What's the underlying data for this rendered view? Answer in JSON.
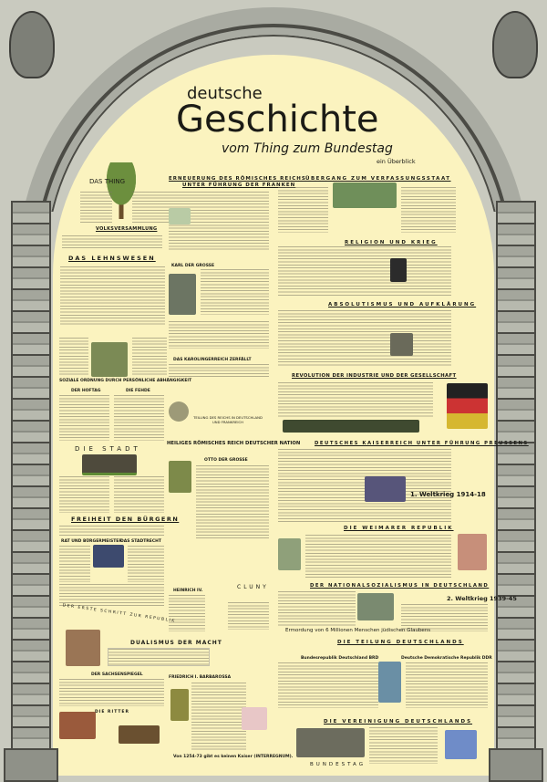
{
  "title": {
    "pre": "deutsche",
    "main": "Geschichte",
    "subtitle": "vom Thing zum Bundestag",
    "note": "ein Überblick"
  },
  "colors": {
    "background": "#c9cabf",
    "parchment": "#fbf3bf",
    "stone": "#a9aba2",
    "ink": "#1b1b16"
  },
  "sections": {
    "das_thing": "DAS THING",
    "volksversammlung": "VOLKSVERSAMMLUNG",
    "lehnswesen": "DAS LEHNSWESEN",
    "soziale_ordnung": "SOZIALE ORDNUNG DURCH PERSÖNLICHE ABHÄNGIGKEIT",
    "hoftag": "DER HOFTAG",
    "fehde": "DIE FEHDE",
    "stadt": "DIE STADT",
    "freiheit": "FREIHEIT DEN BÜRGERN",
    "rat": "RAT UND BÜRGERMEISTER",
    "stadtrecht": "DAS STADTRECHT",
    "erster_schritt": "DER ERSTE SCHRITT ZUR REPUBLIK",
    "dualismus": "DUALISMUS DER MACHT",
    "sachsenspiegel": "DER SACHSENSPIEGEL",
    "ritter": "DIE RITTER",
    "erneuerung_1": "ERNEUERUNG DES RÖMISCHES REICHS",
    "erneuerung_2": "UNTER FÜHRUNG DER FRANKEN",
    "karl": "KARL DER GROSSE",
    "karolingerreich": "DAS KAROLINGERREICH ZERFÄLLT",
    "teilung_reich": "TEILUNG DES REICHS IN DEUTSCHLAND UND FRANKREICH",
    "heiliges_reich": "HEILIGES RÖMISCHES REICH DEUTSCHER NATION",
    "otto": "OTTO DER GROSSE",
    "heinrich": "HEINRICH IV.",
    "cluny": "CLUNY",
    "barbarossa": "FRIEDRICH I. BARBAROSSA",
    "interregnum": "Von 1254-73 gibt es keinen Kaiser (INTERREGNUM).",
    "verfassungsstaat": "ÜBERGANG ZUM VERFASSUNGSSTAAT",
    "religion": "RELIGION UND KRIEG",
    "absolutismus": "ABSOLUTISMUS UND AUFKLÄRUNG",
    "revolution": "REVOLUTION DER INDUSTRIE UND DER GESELLSCHAFT",
    "kaiserreich": "DEUTSCHES KAISERREICH UNTER FÜHRUNG PREUSSENS",
    "weltkrieg1": "1. Weltkrieg 1914-18",
    "weimar": "DIE WEIMARER REPUBLIK",
    "ns": "DER NATIONALSOZIALISMUS IN DEUTSCHLAND",
    "weltkrieg2": "2. Weltkrieg 1939-45",
    "ermordung": "Ermordung von 6 Millionen Menschen jüdischen Glaubens",
    "teilung": "DIE TEILUNG DEUTSCHLANDS",
    "brd": "Bundesrepublik Deutschland BRD",
    "ddr": "Deutsche Demokratische Republik DDR",
    "vereinigung": "DIE VEREINIGUNG DEUTSCHLANDS",
    "bundestag": "BUNDESTAG"
  }
}
